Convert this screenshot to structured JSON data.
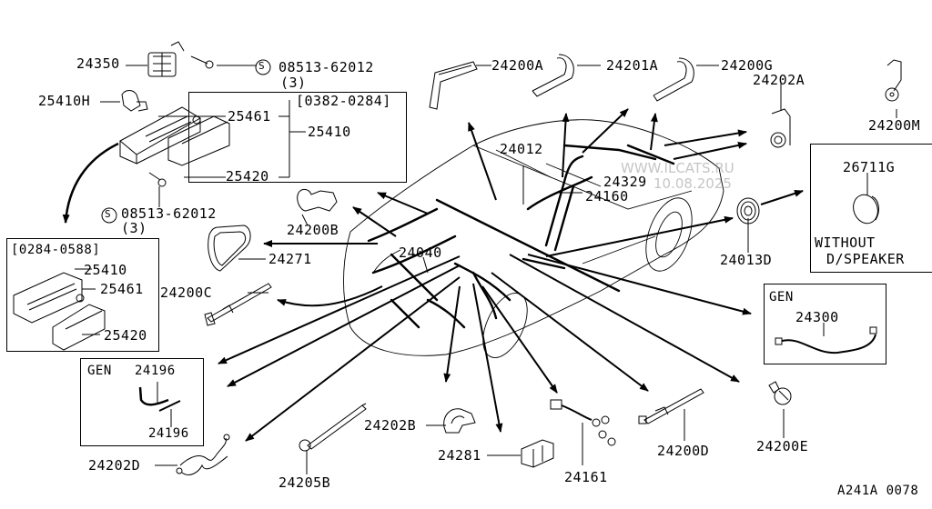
{
  "diagram": {
    "code": "A241A 0078",
    "watermark": {
      "site": "WWW.ILCATS.RU",
      "date": "10.08.2025"
    },
    "standard_part_symbol": "S",
    "parts": {
      "p24350": "24350",
      "p25410H": "25410H",
      "bolt_top": "08513-62012",
      "bolt_top_qty": "(3)",
      "bolt_bottom": "08513-62012",
      "bolt_bottom_qty": "(3)",
      "p24200A": "24200A",
      "p24201A": "24201A",
      "p24200G": "24200G",
      "p24202A": "24202A",
      "p24200M": "24200M",
      "p24012": "24012",
      "p24329": "24329",
      "p24160": "24160",
      "p24200B": "24200B",
      "p24271": "24271",
      "p24040": "24040",
      "p24200C": "24200C",
      "p24013D": "24013D",
      "p24202D": "24202D",
      "p24205B": "24205B",
      "p24202B": "24202B",
      "p24281": "24281",
      "p24161": "24161",
      "p24200D": "24200D",
      "p24200E": "24200E"
    },
    "group_0382": {
      "period": "[0382-0284]",
      "assembly": "25410",
      "items": [
        "25461",
        "25420"
      ]
    },
    "group_0284": {
      "period": "[0284-0588]",
      "items": [
        "25410",
        "25461",
        "25420"
      ]
    },
    "gen_box_left": {
      "title": "GEN",
      "items": [
        "24196",
        "24196"
      ]
    },
    "gen_box_right": {
      "title": "GEN",
      "item": "24300"
    },
    "speaker_box": {
      "item": "26711G",
      "note_line1": "WITHOUT",
      "note_line2": "D/SPEAKER"
    }
  }
}
